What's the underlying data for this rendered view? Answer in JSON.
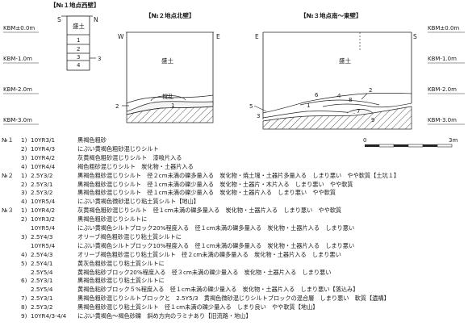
{
  "sections": {
    "no1": {
      "title": "【№１地点西壁】",
      "corner_left": "S",
      "corner_right": "N",
      "fill_label": "盛土",
      "layers": [
        "1",
        "2",
        "3",
        "4"
      ],
      "callout": "3"
    },
    "no2": {
      "title": "【№２地点北壁】",
      "corner_left": "W",
      "corner_right": "E",
      "fill_label": "盛土",
      "disturbed_label": "撹乱",
      "layers": [
        "1",
        "2"
      ]
    },
    "no3": {
      "title": "【№３地点南～東壁】",
      "corner_left": "E",
      "corner_right": "S",
      "fill_label": "盛土",
      "layers": [
        "1",
        "2",
        "3",
        "4",
        "5",
        "6",
        "7",
        "8",
        "9"
      ]
    }
  },
  "datum_labels": {
    "left": [
      "KBM±0.0m",
      "KBM-1.0m",
      "KBM-2.0m",
      "KBM-3.0m"
    ],
    "right": [
      "KBM±0.0m",
      "KBM-1.0m",
      "KBM-2.0m",
      "KBM-3.0m"
    ]
  },
  "scale_bar": {
    "min_label": "0",
    "max_label": "3m"
  },
  "legend": [
    {
      "group": "№１",
      "num": "1)",
      "code": "10YR3/1",
      "desc": "黒褐色粗砂"
    },
    {
      "group": "",
      "num": "2)",
      "code": "10YR4/3",
      "desc": "にぶい黄褐色粗砂混じりシルト"
    },
    {
      "group": "",
      "num": "3)",
      "code": "10YR4/2",
      "desc": "灰黄褐色粗砂混じりシルト　漆喰片入る"
    },
    {
      "group": "",
      "num": "4)",
      "code": "10YR4/4",
      "desc": "褐色粗砂混じりシルト　炭化物・土器片入る"
    },
    {
      "group": "№２",
      "num": "1)",
      "code": "2.5Y3/2",
      "desc": "黒褐色粗砂混じりシルト　径２cm未満の礫多量入る　炭化物・焼土塊・土器片多量入る　しまり悪い　やや軟質【土坑１】"
    },
    {
      "group": "",
      "num": "2)",
      "code": "2.5Y3/1",
      "desc": "黒褐色粗砂混じりシルト　径１cm未満の礫少量入る　炭化物・土器片・木片入る　しまり悪い　やや軟質"
    },
    {
      "group": "",
      "num": "3)",
      "code": "2.5Y3/2",
      "desc": "黒褐色粗砂混じりシルト　径１cm未満の礫少量入る　炭化物・土器片入る　しまり悪い　やや軟質"
    },
    {
      "group": "",
      "num": "4)",
      "code": "10YR5/4",
      "desc": "にぶい黄褐色微砂混じり粘土質シルト【地山】"
    },
    {
      "group": "№３",
      "num": "1)",
      "code": "10YR4/2",
      "desc": "灰黄褐色粗砂混じりシルト　径１cm未満の礫多量入る　炭化物・土器片入る　しまり悪い　やや軟質"
    },
    {
      "group": "",
      "num": "2)",
      "code": "10YR3/2",
      "desc": "黒褐色粗砂混じりシルトに"
    },
    {
      "group": "",
      "num": "",
      "code": "10YR5/4",
      "desc": "にぶい黄褐色シルトブロック20%程度入る　径１cm未満の礫多量入る　炭化物・土器片入る　しまり悪い"
    },
    {
      "group": "",
      "num": "3)",
      "code": "2.5Y4/3",
      "desc": "オリーブ褐色粗砂混じり粘土質シルトに"
    },
    {
      "group": "",
      "num": "",
      "code": "10YR5/4",
      "desc": "にぶい黄褐色シルトブロック10%程度入る　径１cm未満の礫多量入る　炭化物・土器片入る　しまり悪い"
    },
    {
      "group": "",
      "num": "4)",
      "code": "2.5Y4/3",
      "desc": "オリーブ褐色粗砂混じり粘土質シルト　径２cm未満の礫多量入る　炭化物・土器片入る　しまり悪い"
    },
    {
      "group": "",
      "num": "5)",
      "code": "2.5Y4/1",
      "desc": "黄灰色粗砂混じり粘土質シルトに"
    },
    {
      "group": "",
      "num": "",
      "code": "2.5Y5/4",
      "desc": "黄褐色粘砂ブロック20%程度入る　径３cm未満の礫少量入る　炭化物・土器片入る　しまり悪い"
    },
    {
      "group": "",
      "num": "6)",
      "code": "2.5Y3/1",
      "desc": "黒褐色粗砂混じり粘土質シルトに"
    },
    {
      "group": "",
      "num": "",
      "code": "2.5Y5/4",
      "desc": "黄褐色粘砂ブロック５%程度入る　径１cm未満の礫少量入る　炭化物・土器片入る　しまり悪い【落込み】"
    },
    {
      "group": "",
      "num": "7)",
      "code": "2.5Y3/1",
      "desc": "黒褐色粗砂混じりシルトブロックと　2.5Y5/3　黄褐色微砂混じりシルトブロックの混合層　しまり悪い　軟質【遺構】"
    },
    {
      "group": "",
      "num": "8)",
      "code": "2.5Y3/2",
      "desc": "黒褐色粗砂混じり粘土質シルト　径１cm未満の礫少量入る　しまり良い　やや軟質【地山】"
    },
    {
      "group": "",
      "num": "9)",
      "code": "10YR4/3-4/4",
      "desc": "にぶい黄褐色～褐色砂礫　斜め方向のラミナあり【旧流路・地山】"
    }
  ]
}
